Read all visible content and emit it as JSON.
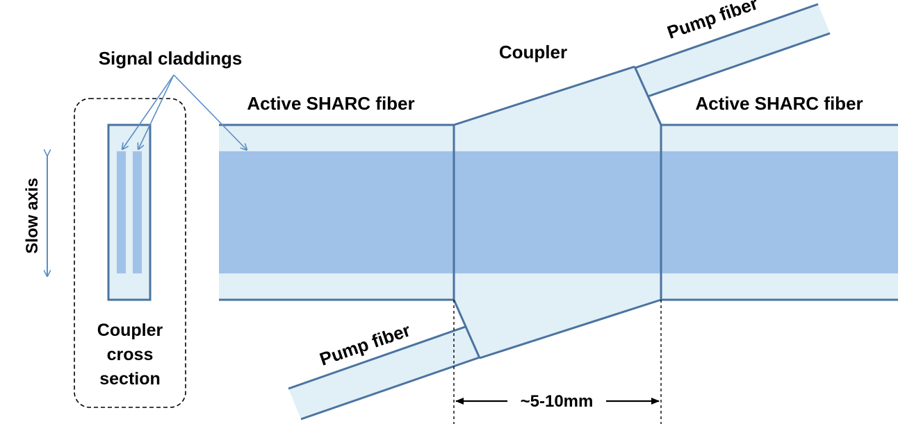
{
  "labels": {
    "signal_claddings": "Signal claddings",
    "coupler": "Coupler",
    "active_fiber_left": "Active SHARC fiber",
    "active_fiber_right": "Active SHARC fiber",
    "pump_fiber_top": "Pump fiber",
    "pump_fiber_bottom": "Pump fiber",
    "slow_axis": "Slow axis",
    "cross_section_line1": "Coupler",
    "cross_section_line2": "cross",
    "cross_section_line3": "section",
    "length": "~5-10mm"
  },
  "colors": {
    "cladding": "#e1eff6",
    "core": "#a0c2e8",
    "outline": "#4a73a0",
    "arrow": "#5b8ec4",
    "text": "#000000"
  }
}
